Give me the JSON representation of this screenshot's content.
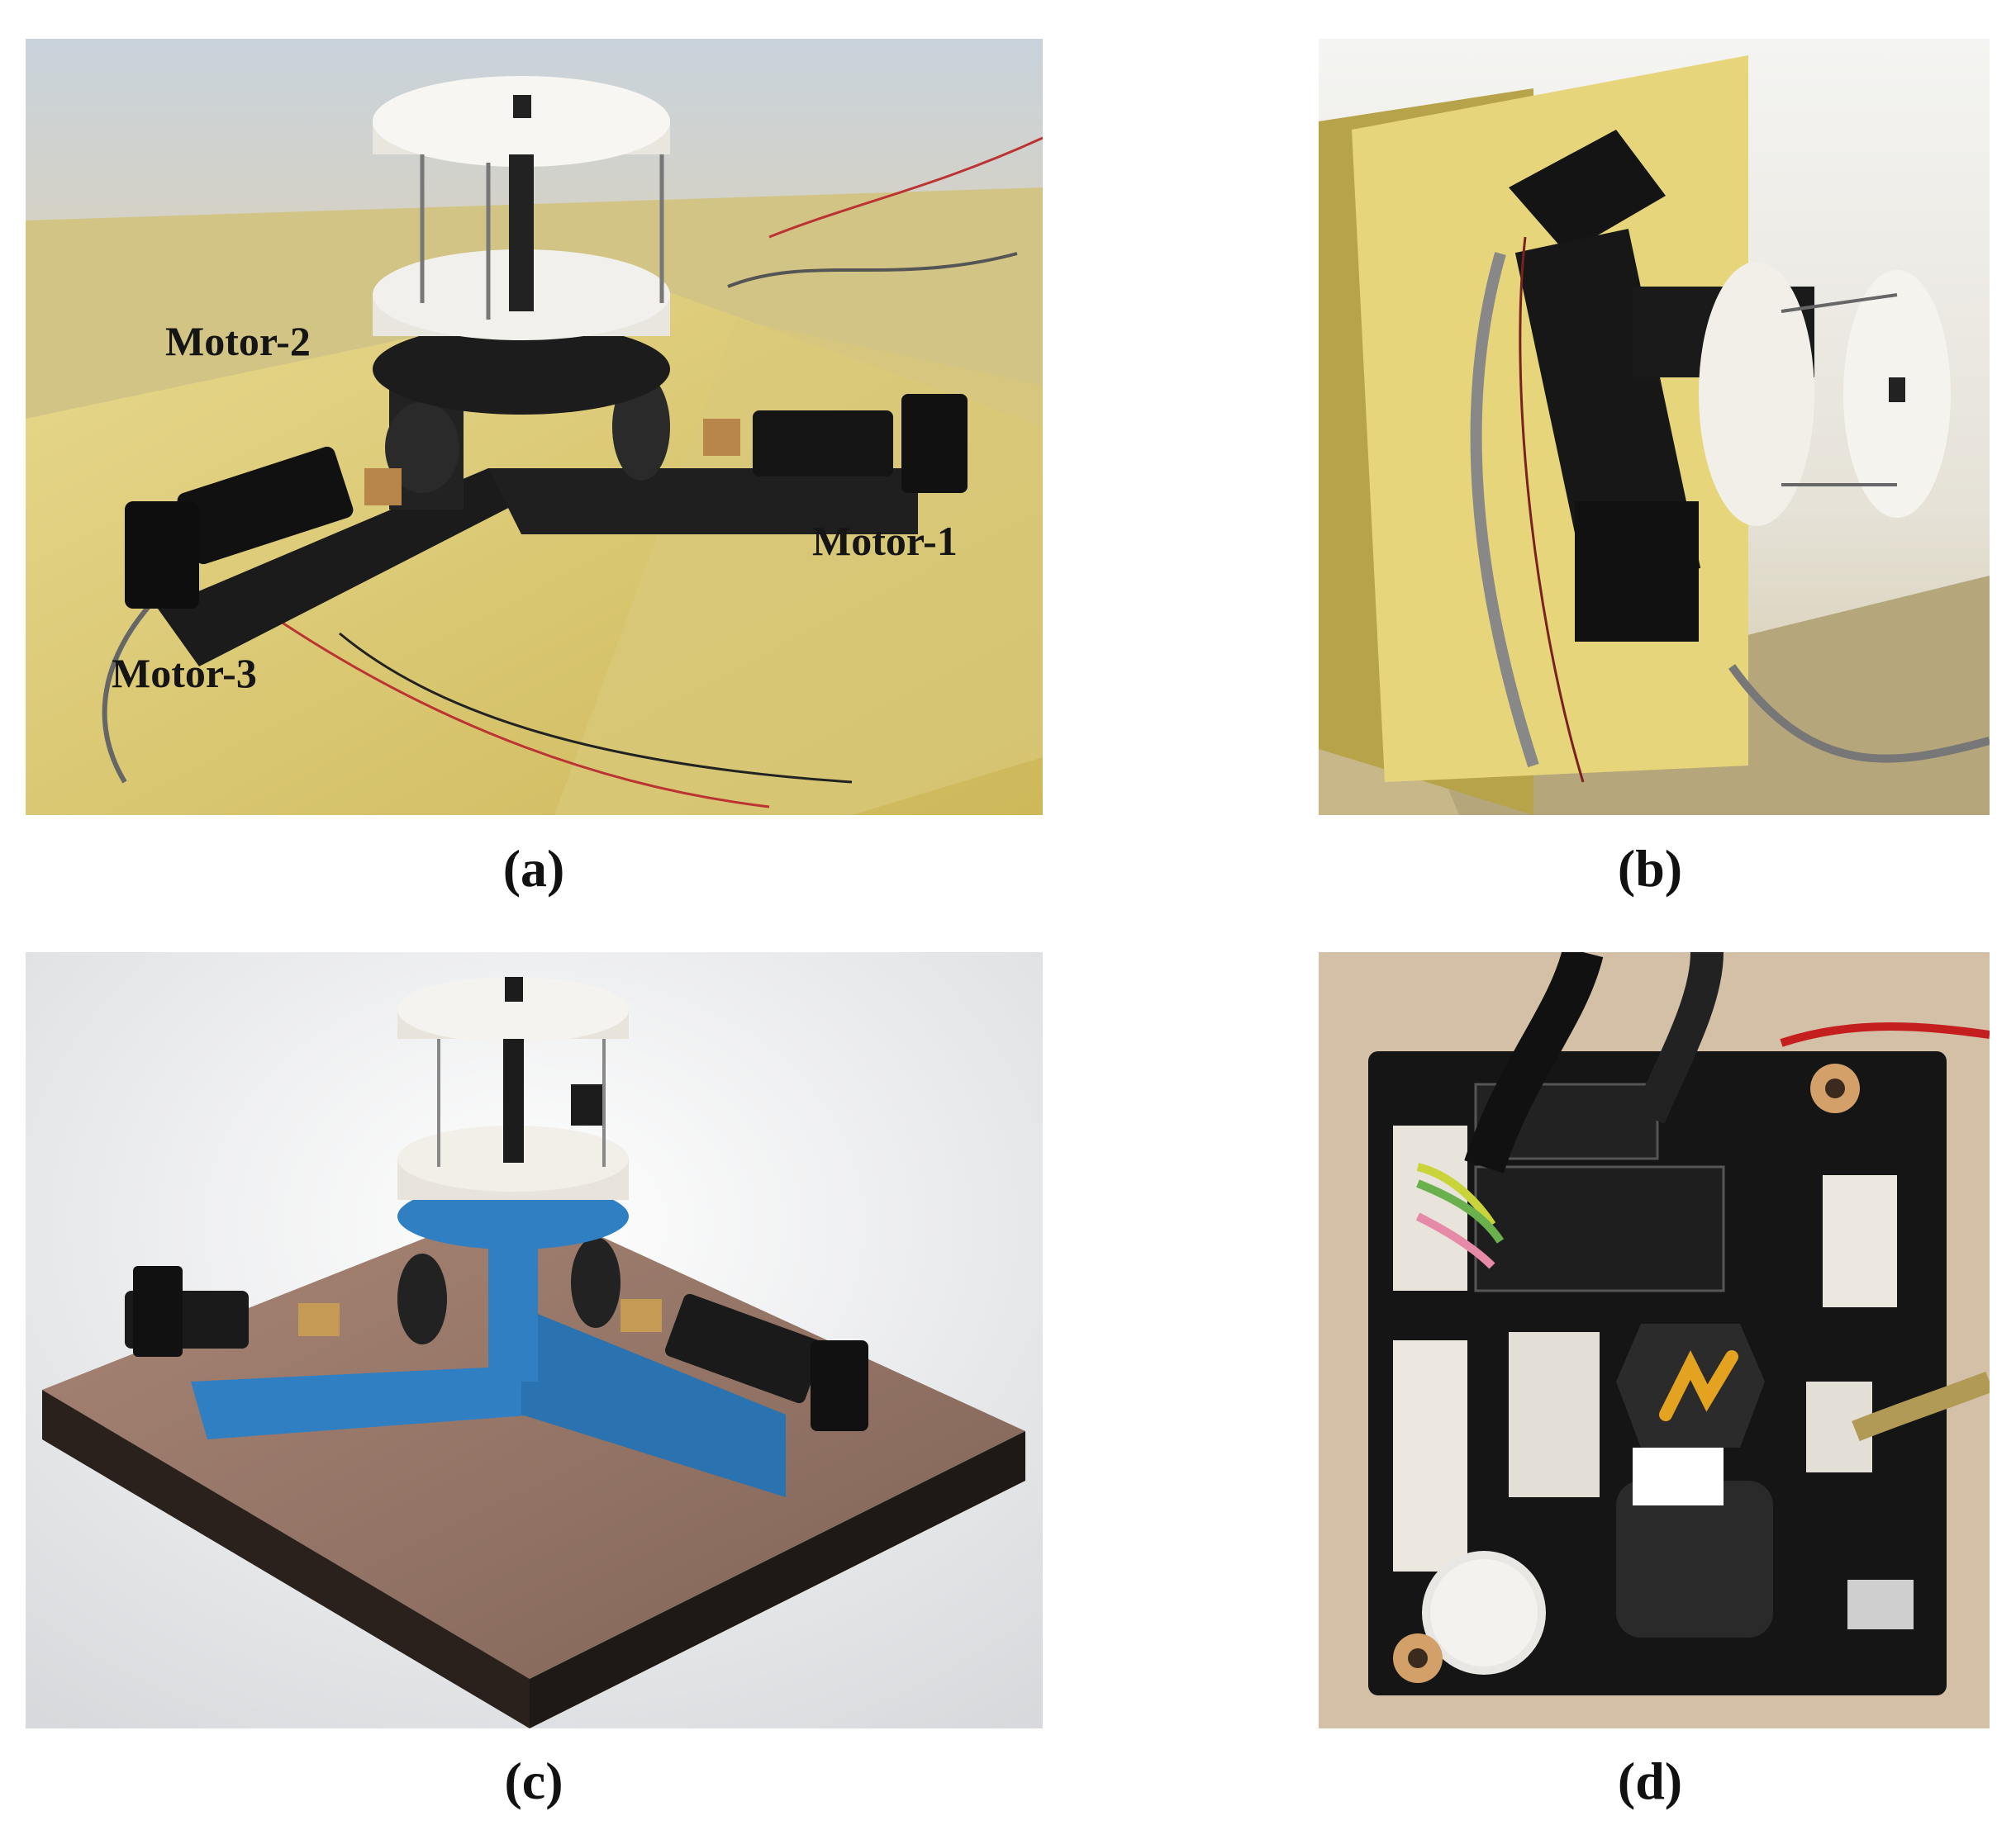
{
  "figure": {
    "panels": [
      {
        "id": "a",
        "caption": "(a)",
        "motor_labels": [
          "Motor-2",
          "Motor-1",
          "Motor-3"
        ]
      },
      {
        "id": "b",
        "caption": "(b)"
      },
      {
        "id": "c",
        "caption": "(c)"
      },
      {
        "id": "d",
        "caption": "(d)"
      }
    ]
  }
}
